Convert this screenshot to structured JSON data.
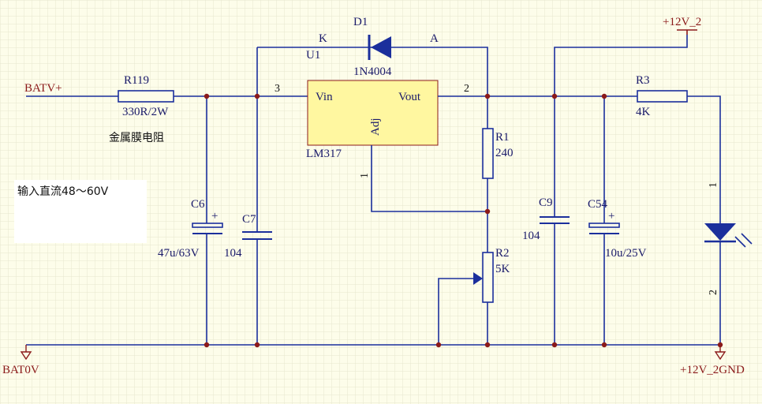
{
  "labels": {
    "batv_plus": "BATV+",
    "bat0v": "BAT0V",
    "plus12v_2": "+12V_2",
    "plus12v_2gnd": "+12V_2GND",
    "r119": "R119",
    "r119_val": "330R/2W",
    "r119_note": "金属膜电阻",
    "input_note": "输入直流48～60V",
    "d1": "D1",
    "d1_val": "1N4004",
    "d1_k": "K",
    "d1_a": "A",
    "u1": "U1",
    "lm317": "LM317",
    "vin": "Vin",
    "vout": "Vout",
    "adj": "Adj",
    "pin3": "3",
    "pin2": "2",
    "pin1": "1",
    "c6": "C6",
    "c6_val": "47u/63V",
    "c7": "C7",
    "c7_val": "104",
    "r1": "R1",
    "r1_val": "240",
    "r2": "R2",
    "r2_val": "5K",
    "c9": "C9",
    "c9_val": "104",
    "c54": "C54",
    "c54_val": "10u/25V",
    "r3": "R3",
    "r3_val": "4K",
    "led_pin1": "1",
    "led_pin2": "2",
    "plus": "+"
  },
  "colors": {
    "background": "#fdfdea",
    "grid": "#e7e7cf",
    "wire": "#1b2f9c",
    "junction": "#8b1a1a",
    "ic_fill": "#fff7a0",
    "ic_border": "#8b1a1a"
  }
}
